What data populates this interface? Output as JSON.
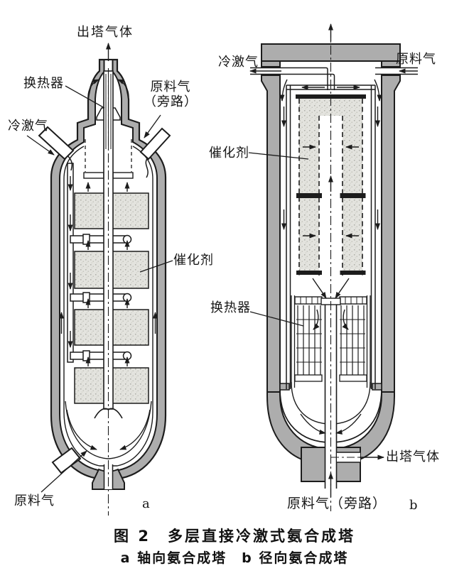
{
  "figure": {
    "caption_line1": "图 2　多层直接冷激式氨合成塔",
    "caption_line2": "a 轴向氨合成塔　b 径向氨合成塔"
  },
  "tower_a": {
    "tag": "a",
    "name": "轴向氨合成塔",
    "labels": {
      "outlet_gas": "出塔气体",
      "heat_exchanger": "换热器",
      "feed_gas_bypass": "原料气\n（旁路）",
      "quench_gas": "冷激气",
      "catalyst": "催化剂",
      "feed_gas": "原料气"
    }
  },
  "tower_b": {
    "tag": "b",
    "name": "径向氨合成塔",
    "labels": {
      "quench_gas": "冷激气",
      "feed_gas": "原料气",
      "catalyst": "催化剂",
      "heat_exchanger": "换热器",
      "outlet_gas": "出塔气体",
      "feed_gas_bypass": "原料气（旁路）"
    }
  },
  "colors": {
    "background": "#ffffff",
    "line_black": "#1c1c1c",
    "wall_gray": "#adadad",
    "catalyst_fill": "#e3e3de"
  }
}
